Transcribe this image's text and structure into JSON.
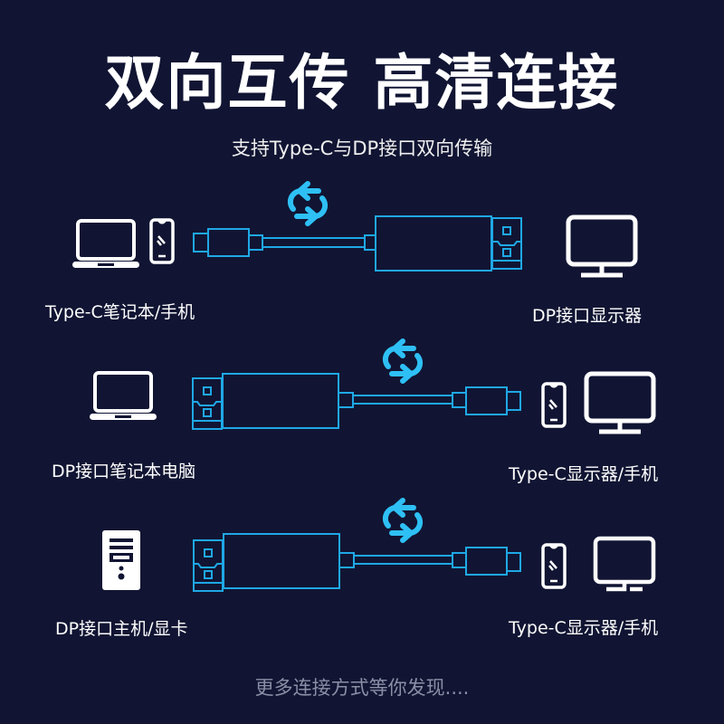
{
  "header": {
    "title": "双向互传 高清连接",
    "subtitle": "支持Type-C与DP接口双向传输"
  },
  "colors": {
    "background": "#111533",
    "cable": "#1fa8e6",
    "sync_icon": "#2ec0f5",
    "device": "#ffffff",
    "footer_text": "#8a8fa6"
  },
  "rows": [
    {
      "left_label": "Type-C笔记本/手机",
      "right_label": "DP接口显示器",
      "left_devices": [
        "laptop-icon",
        "phone-icon"
      ],
      "right_devices": [
        "monitor-icon"
      ],
      "cable_direction": "typec-to-dp"
    },
    {
      "left_label": "DP接口笔记本电脑",
      "right_label": "Type-C显示器/手机",
      "left_devices": [
        "laptop-icon"
      ],
      "right_devices": [
        "phone-icon",
        "monitor-icon"
      ],
      "cable_direction": "dp-to-typec"
    },
    {
      "left_label": "DP接口主机/显卡",
      "right_label": "Type-C显示器/手机",
      "left_devices": [
        "desktop-tower-icon"
      ],
      "right_devices": [
        "phone-icon",
        "monitor-icon"
      ],
      "cable_direction": "dp-to-typec"
    }
  ],
  "footer": {
    "text": "更多连接方式等你发现...."
  }
}
